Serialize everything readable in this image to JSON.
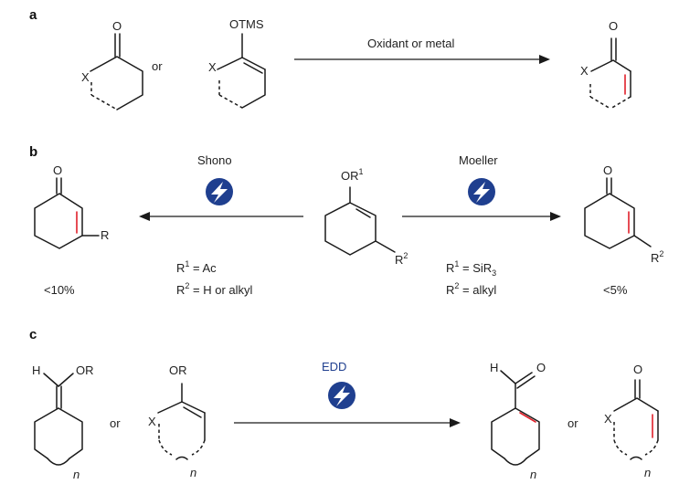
{
  "colors": {
    "new_bond": "#e0202a",
    "electro_icon": "#1f3f8f",
    "bond": "#1a1a1a"
  },
  "icons": [
    "lightning-bolt-icon"
  ],
  "panels": {
    "a": {
      "label": "a",
      "start1": {
        "atom_o": "O",
        "atom_x": "X"
      },
      "or1": "or",
      "start2": {
        "group": "OTMS",
        "atom_x": "X"
      },
      "condition": "Oxidant or metal",
      "product": {
        "atom_o": "O",
        "atom_x": "X"
      }
    },
    "b": {
      "label": "b",
      "left_method": "Shono",
      "right_method": "Moeller",
      "left_product": {
        "atom_o": "O",
        "atom_r": "R",
        "yield": "<10%"
      },
      "center": {
        "group": "OR",
        "group_sup": "1",
        "r2": "R",
        "r2_sup": "2"
      },
      "right_product": {
        "atom_o": "O",
        "r2": "R",
        "r2_sup": "2",
        "yield": "<5%"
      },
      "left_conditions": {
        "line1_main": "R",
        "line1_sup": "1",
        "line1_rest": " = Ac",
        "line2_main": "R",
        "line2_sup": "2",
        "line2_rest": " = H or alkyl"
      },
      "right_conditions": {
        "line1_main": "R",
        "line1_sup": "1",
        "line1_rest": " = SiR",
        "line1_sub": "3",
        "line2_main": "R",
        "line2_sup": "2",
        "line2_rest": " = alkyl"
      }
    },
    "c": {
      "label": "c",
      "start1": {
        "atom_h": "H",
        "group": "OR",
        "index": "n"
      },
      "or1": "or",
      "start2": {
        "group": "OR",
        "atom_x": "X",
        "index": "n"
      },
      "condition": "EDD",
      "product1": {
        "atom_h": "H",
        "atom_o": "O",
        "index": "n"
      },
      "or2": "or",
      "product2": {
        "atom_o": "O",
        "atom_x": "X",
        "index": "n"
      }
    }
  }
}
